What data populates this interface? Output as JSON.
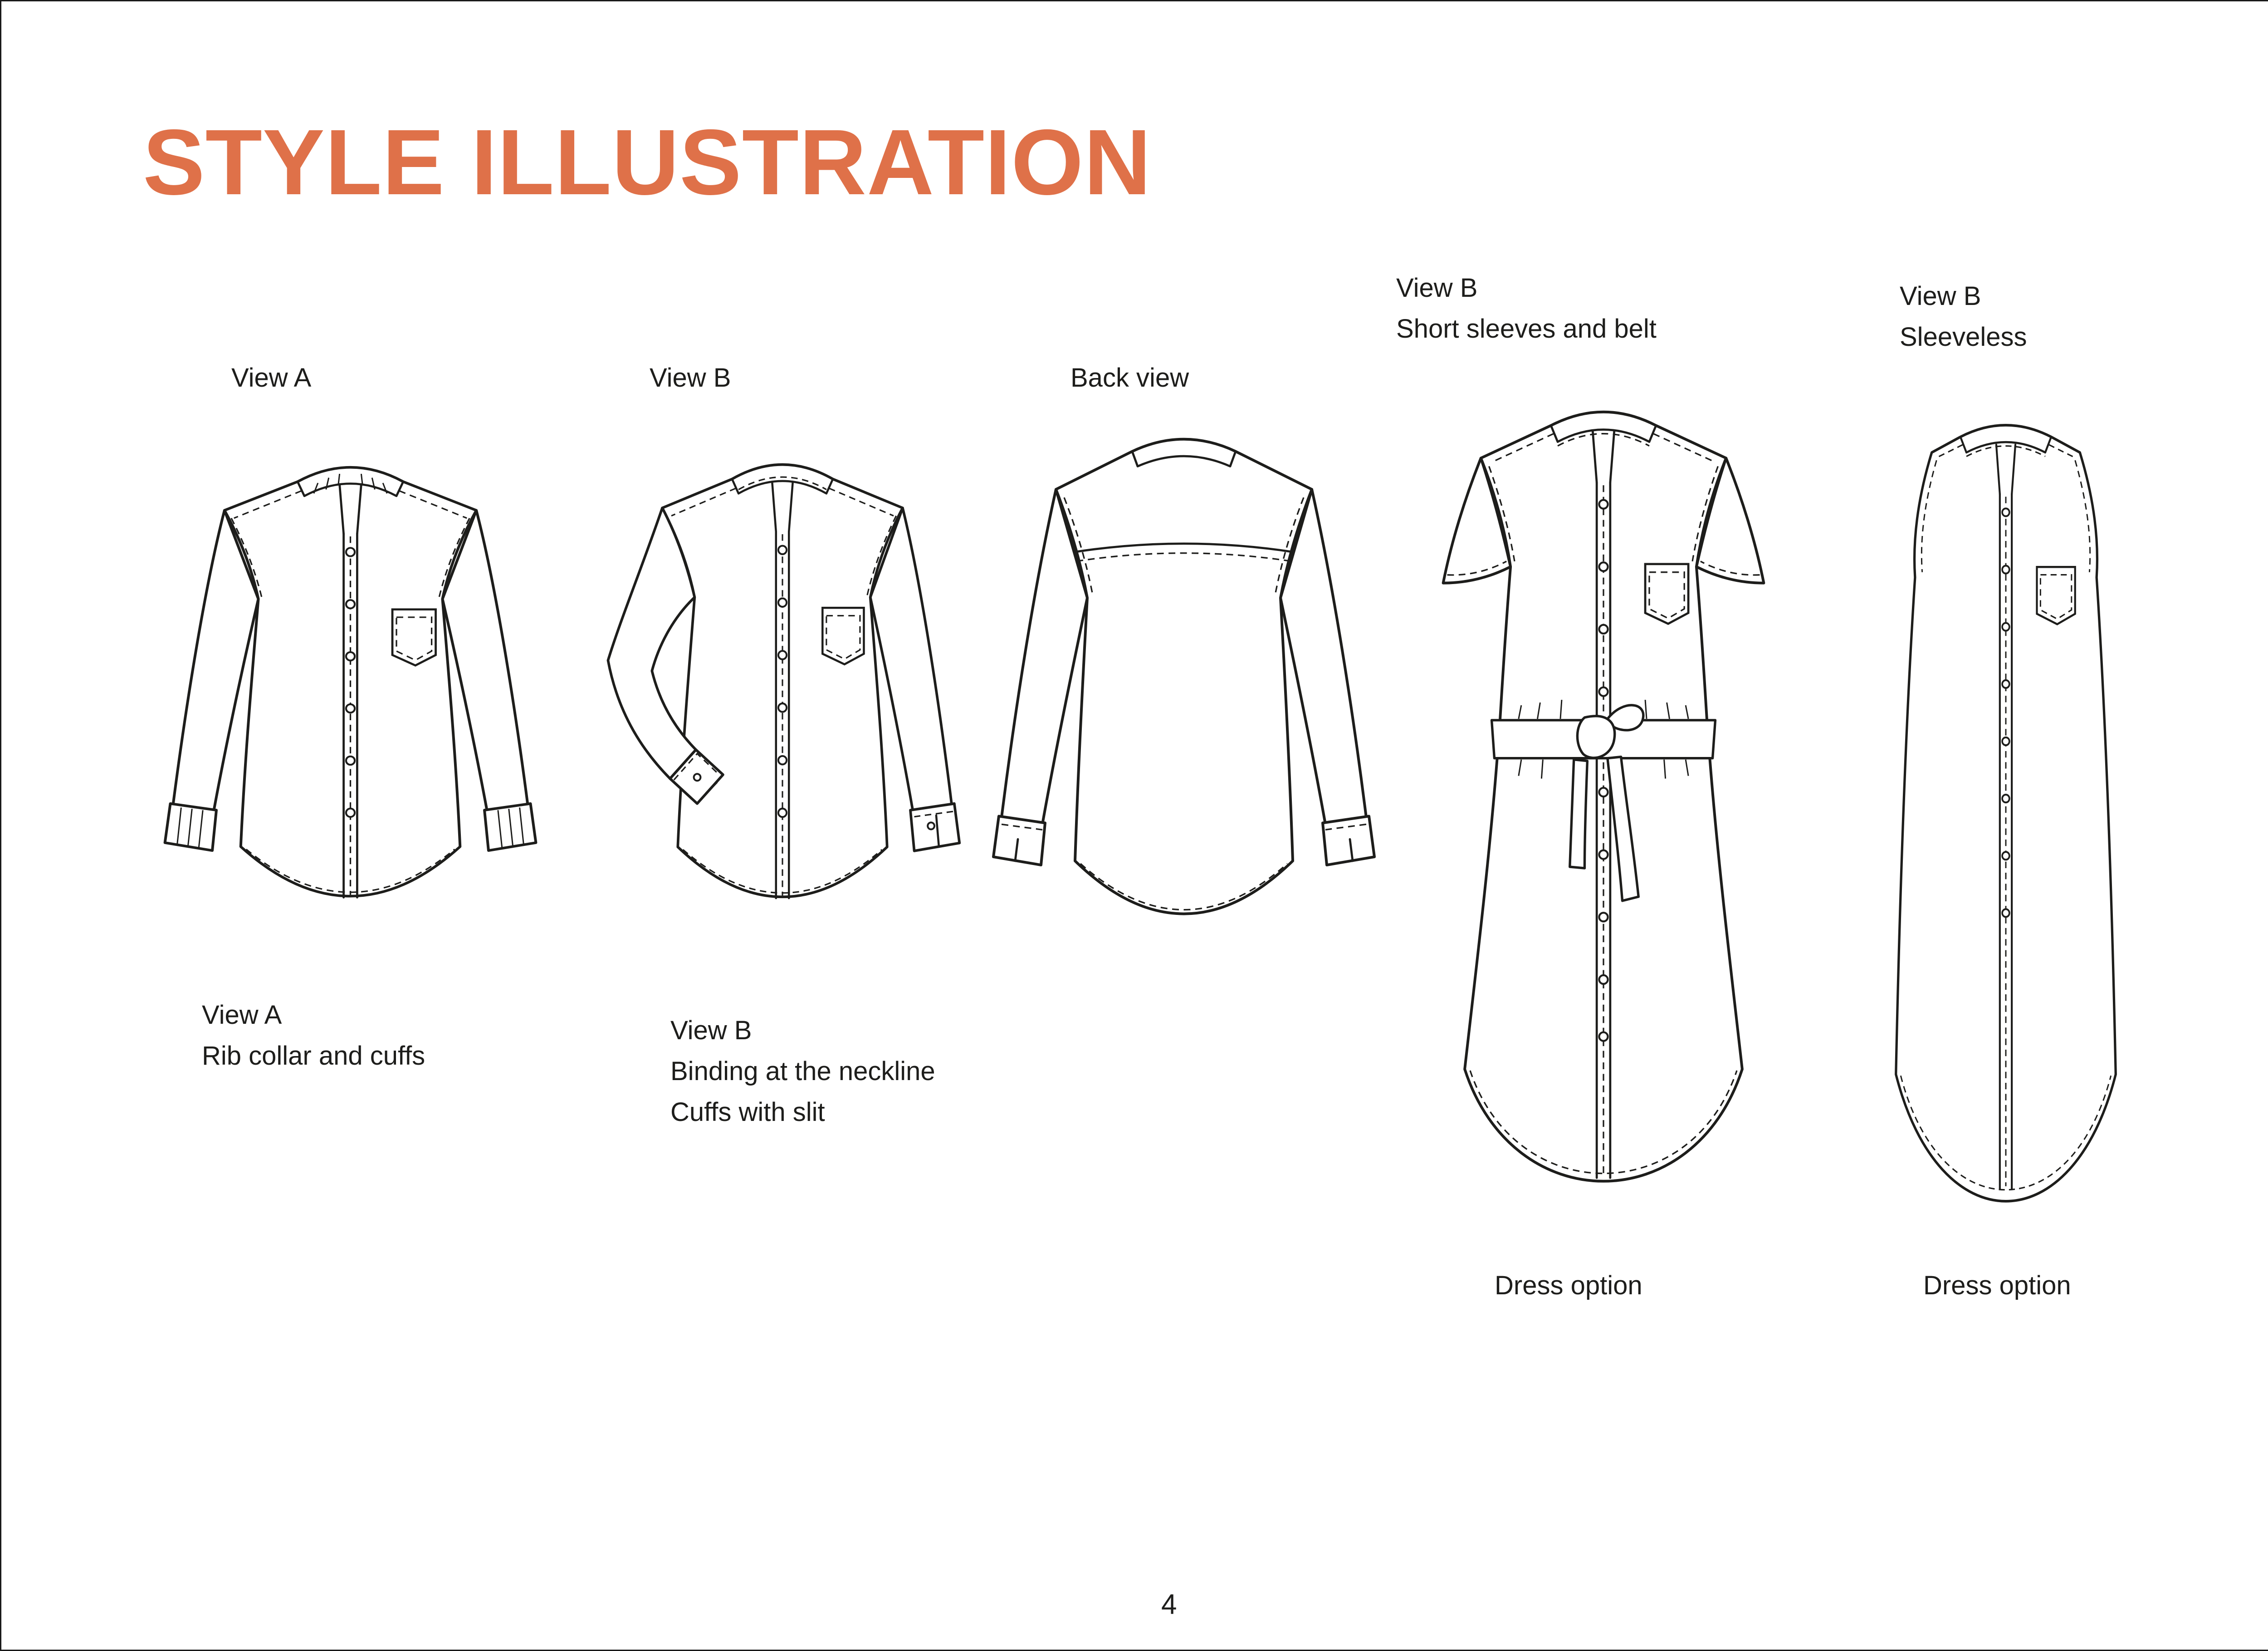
{
  "page": {
    "title": "STYLE ILLUSTRATION",
    "page_number": "4"
  },
  "labels": {
    "view_a": "View A",
    "view_b": "View B",
    "back_view": "Back view",
    "view_b_short": {
      "line1": "View B",
      "line2": "Short sleeves and belt"
    },
    "view_b_sleeveless": {
      "line1": "View B",
      "line2": "Sleeveless"
    }
  },
  "captions": {
    "view_a": {
      "line1": "View A",
      "line2": "Rib collar and cuffs"
    },
    "view_b": {
      "line1": "View B",
      "line2": "Binding at the neckline",
      "line3": "Cuffs with slit"
    },
    "dress_option_left": "Dress option",
    "dress_option_right": "Dress option"
  },
  "colors": {
    "accent": "#df7149",
    "ink": "#1d1d1b"
  }
}
